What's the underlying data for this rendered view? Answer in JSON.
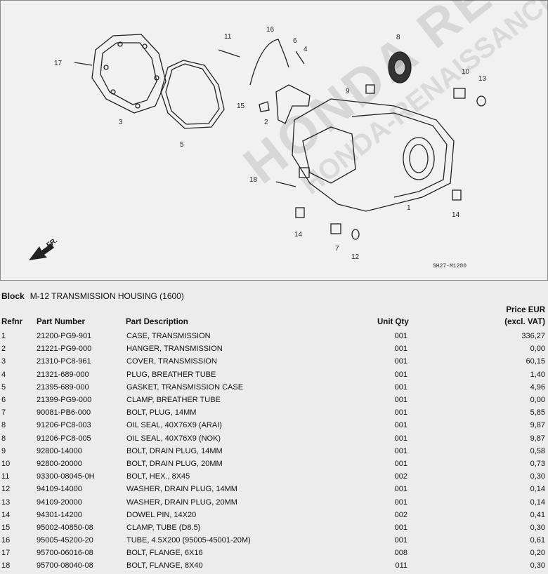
{
  "diagram": {
    "callouts": [
      "17",
      "3",
      "5",
      "11",
      "16",
      "6",
      "4",
      "8",
      "10",
      "13",
      "9",
      "15",
      "2",
      "18",
      "1",
      "14",
      "14",
      "7",
      "12"
    ],
    "ref_code": "SH27-M1200",
    "direction_label": "FR.",
    "watermark": "HONDA RENAISSANCE",
    "watermark_url": "HONDA-RENAISSANCE.COM"
  },
  "block": {
    "label": "Block",
    "title": "M-12 TRANSMISSION HOUSING (1600)"
  },
  "columns": {
    "ref": "Refnr",
    "part_number": "Part Number",
    "description": "Part Description",
    "qty": "Unit Qty",
    "price_line1": "Price EUR",
    "price_line2": "(excl. VAT)"
  },
  "parts": [
    {
      "ref": "1",
      "pn": "21200-PG9-901",
      "desc": "CASE, TRANSMISSION",
      "qty": "001",
      "price": "336,27"
    },
    {
      "ref": "2",
      "pn": "21221-PG9-000",
      "desc": "HANGER, TRANSMISSION",
      "qty": "001",
      "price": "0,00"
    },
    {
      "ref": "3",
      "pn": "21310-PC8-961",
      "desc": "COVER, TRANSMISSION",
      "qty": "001",
      "price": "60,15"
    },
    {
      "ref": "4",
      "pn": "21321-689-000",
      "desc": "PLUG, BREATHER TUBE",
      "qty": "001",
      "price": "1,40"
    },
    {
      "ref": "5",
      "pn": "21395-689-000",
      "desc": "GASKET, TRANSMISSION CASE",
      "qty": "001",
      "price": "4,96"
    },
    {
      "ref": "6",
      "pn": "21399-PG9-000",
      "desc": "CLAMP, BREATHER TUBE",
      "qty": "001",
      "price": "0,00"
    },
    {
      "ref": "7",
      "pn": "90081-PB6-000",
      "desc": "BOLT, PLUG, 14MM",
      "qty": "001",
      "price": "5,85"
    },
    {
      "ref": "8",
      "pn": "91206-PC8-003",
      "desc": "OIL SEAL, 40X76X9 (ARAI)",
      "qty": "001",
      "price": "9,87"
    },
    {
      "ref": "8",
      "pn": "91206-PC8-005",
      "desc": "OIL SEAL, 40X76X9 (NOK)",
      "qty": "001",
      "price": "9,87"
    },
    {
      "ref": "9",
      "pn": "92800-14000",
      "desc": "BOLT, DRAIN PLUG, 14MM",
      "qty": "001",
      "price": "0,58"
    },
    {
      "ref": "10",
      "pn": "92800-20000",
      "desc": "BOLT, DRAIN PLUG, 20MM",
      "qty": "001",
      "price": "0,73"
    },
    {
      "ref": "11",
      "pn": "93300-08045-0H",
      "desc": "BOLT, HEX., 8X45",
      "qty": "002",
      "price": "0,30"
    },
    {
      "ref": "12",
      "pn": "94109-14000",
      "desc": "WASHER, DRAIN PLUG, 14MM",
      "qty": "001",
      "price": "0,14"
    },
    {
      "ref": "13",
      "pn": "94109-20000",
      "desc": "WASHER, DRAIN PLUG, 20MM",
      "qty": "001",
      "price": "0,14"
    },
    {
      "ref": "14",
      "pn": "94301-14200",
      "desc": "DOWEL PIN, 14X20",
      "qty": "002",
      "price": "0,41"
    },
    {
      "ref": "15",
      "pn": "95002-40850-08",
      "desc": "CLAMP, TUBE (D8.5)",
      "qty": "001",
      "price": "0,30"
    },
    {
      "ref": "16",
      "pn": "95005-45200-20",
      "desc": "TUBE, 4.5X200 (95005-45001-20M)",
      "qty": "001",
      "price": "0,61"
    },
    {
      "ref": "17",
      "pn": "95700-06016-08",
      "desc": "BOLT, FLANGE, 6X16",
      "qty": "008",
      "price": "0,20"
    },
    {
      "ref": "18",
      "pn": "95700-08040-08",
      "desc": "BOLT, FLANGE, 8X40",
      "qty": "011",
      "price": "0,30"
    }
  ]
}
